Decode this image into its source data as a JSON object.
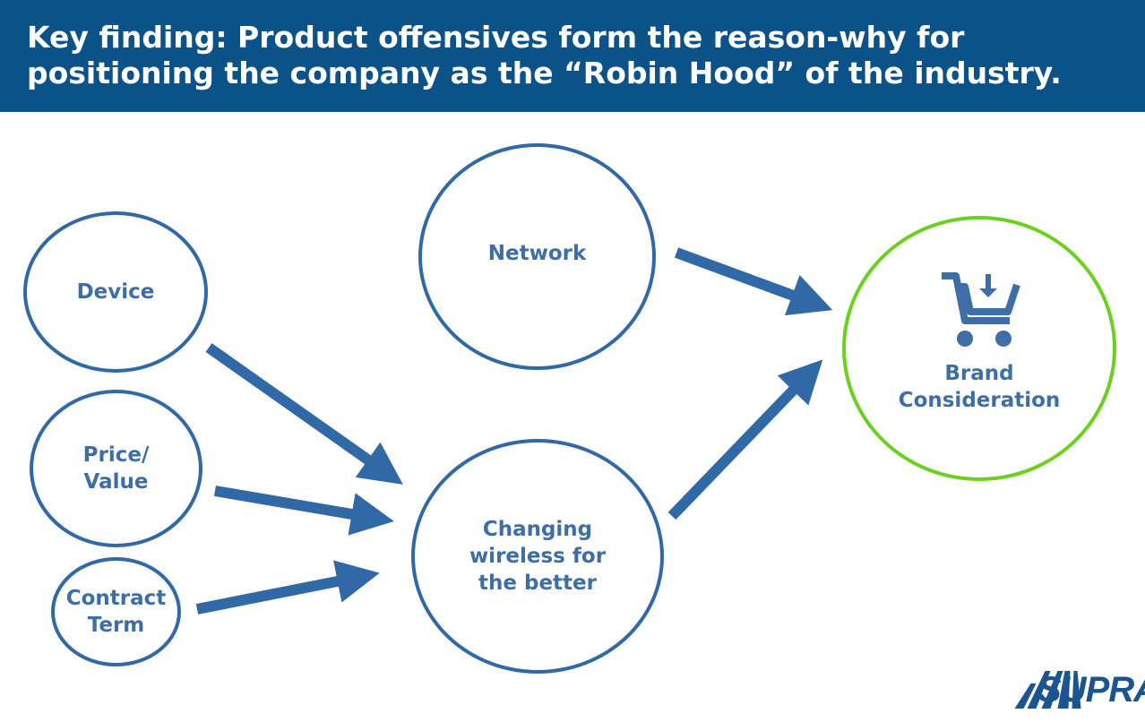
{
  "header": {
    "title": "Key finding: Product offensives form the reason-why for positioning the company as the “Robin Hood” of the industry."
  },
  "nodes": {
    "device": "Device",
    "price_value": "Price/\nValue",
    "contract_term": "Contract\nTerm",
    "network": "Network",
    "changing": "Changing\nwireless for\nthe better",
    "brand": "Brand\nConsideration"
  },
  "icons": {
    "target_icon": "cart-icon",
    "arrow_color": "#3069a6",
    "target_border_color": "#6cd11e"
  },
  "logo": {
    "text": "SUPRA"
  }
}
